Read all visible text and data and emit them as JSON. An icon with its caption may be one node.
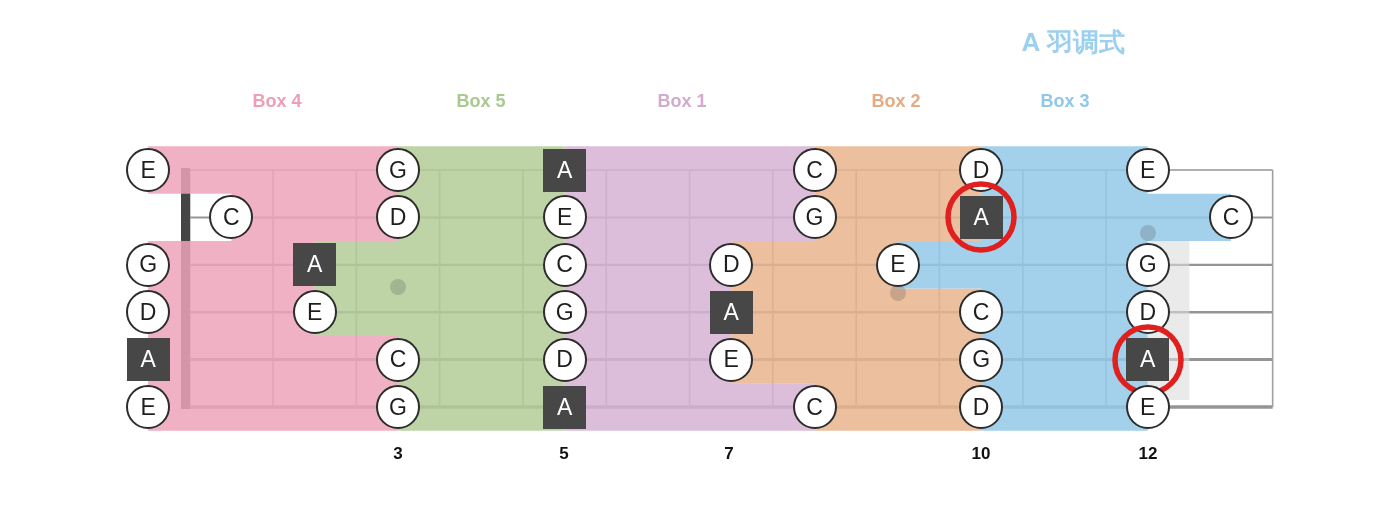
{
  "diagram": {
    "title": "A 羽调式",
    "nodes": [
      {
        "text": [
          "E"
        ]
      },
      {
        "text": [
          "G"
        ]
      },
      {
        "text": [
          "A"
        ]
      },
      {
        "text": [
          "C"
        ]
      },
      {
        "text": [
          "D"
        ]
      },
      {
        "text": [
          "E"
        ]
      },
      {
        "text": [
          "C"
        ]
      },
      {
        "text": [
          "D"
        ]
      },
      {
        "text": [
          "E"
        ]
      },
      {
        "text": [
          "G"
        ]
      },
      {
        "text": [
          "A"
        ]
      },
      {
        "text": [
          "C"
        ]
      },
      {
        "text": [
          "G"
        ]
      },
      {
        "text": [
          "A"
        ]
      },
      {
        "text": [
          "C"
        ]
      },
      {
        "text": [
          "D"
        ]
      },
      {
        "text": [
          "E"
        ]
      },
      {
        "text": [
          "G"
        ]
      },
      {
        "text": [
          "D"
        ]
      },
      {
        "text": [
          "E"
        ]
      },
      {
        "text": [
          "G"
        ]
      },
      {
        "text": [
          "A"
        ]
      },
      {
        "text": [
          "C"
        ]
      },
      {
        "text": [
          "D"
        ]
      },
      {
        "text": [
          "A"
        ]
      },
      {
        "text": [
          "C"
        ]
      },
      {
        "text": [
          "D"
        ]
      },
      {
        "text": [
          "E"
        ]
      },
      {
        "text": [
          "G"
        ]
      },
      {
        "text": [
          "A"
        ]
      },
      {
        "text": [
          "E"
        ]
      },
      {
        "text": [
          "G"
        ]
      },
      {
        "text": [
          "A"
        ]
      },
      {
        "text": [
          "C"
        ]
      },
      {
        "text": [
          "D"
        ]
      },
      {
        "text": [
          "E"
        ]
      }
    ],
    "labels": [
      "Box 4",
      "Box 5",
      "Box 1",
      "Box 2",
      "Box 3",
      "3",
      "5",
      "7",
      "10",
      "12"
    ]
  }
}
